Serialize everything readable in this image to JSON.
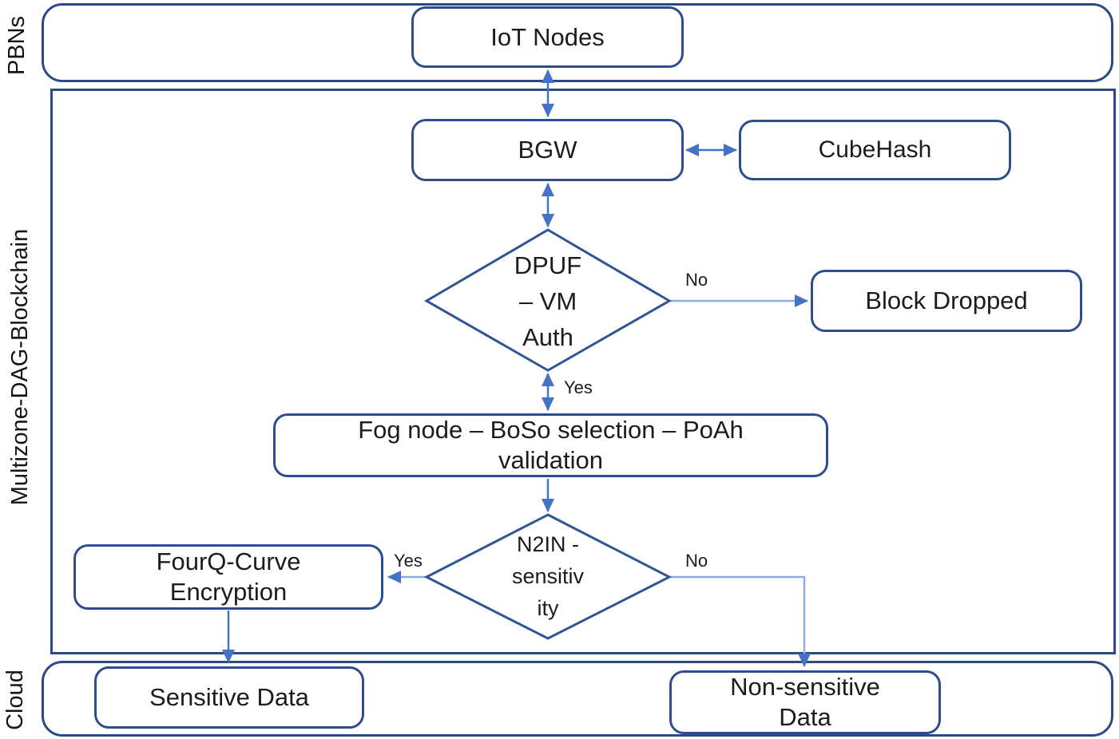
{
  "diagram": {
    "lanes": {
      "pbns": {
        "label": "PBNs"
      },
      "multizone": {
        "label": "Multizone-DAG-Blockchain"
      },
      "cloud": {
        "label": "Cloud"
      }
    },
    "nodes": {
      "iot_nodes": {
        "label": "IoT Nodes"
      },
      "bgw": {
        "label": "BGW"
      },
      "cubehash": {
        "label": "CubeHash"
      },
      "dpuf_vm_auth": {
        "lines": [
          "DPUF",
          "– VM",
          "Auth"
        ]
      },
      "block_dropped": {
        "label": "Block Dropped"
      },
      "fog_node": {
        "lines": [
          "Fog node – BoSo selection – PoAh",
          "validation"
        ]
      },
      "n2in_sensitivity": {
        "lines": [
          "N2IN -",
          "sensitiv",
          "ity"
        ]
      },
      "fourq_curve": {
        "lines": [
          "FourQ-Curve",
          "Encryption"
        ]
      },
      "sensitive_data": {
        "label": "Sensitive Data"
      },
      "non_sensitive_data": {
        "lines": [
          "Non-sensitive",
          "Data"
        ]
      }
    },
    "edge_labels": {
      "dpuf_no": "No",
      "dpuf_yes": "Yes",
      "n2in_yes": "Yes",
      "n2in_no": "No"
    },
    "colors": {
      "lane_border": "#2a4a87",
      "node_border": "#2e4d8e",
      "diamond_border": "#2f5597",
      "arrow": "#4472c4",
      "branch_line": "#8faadc",
      "text": "#1c1c1c"
    }
  }
}
